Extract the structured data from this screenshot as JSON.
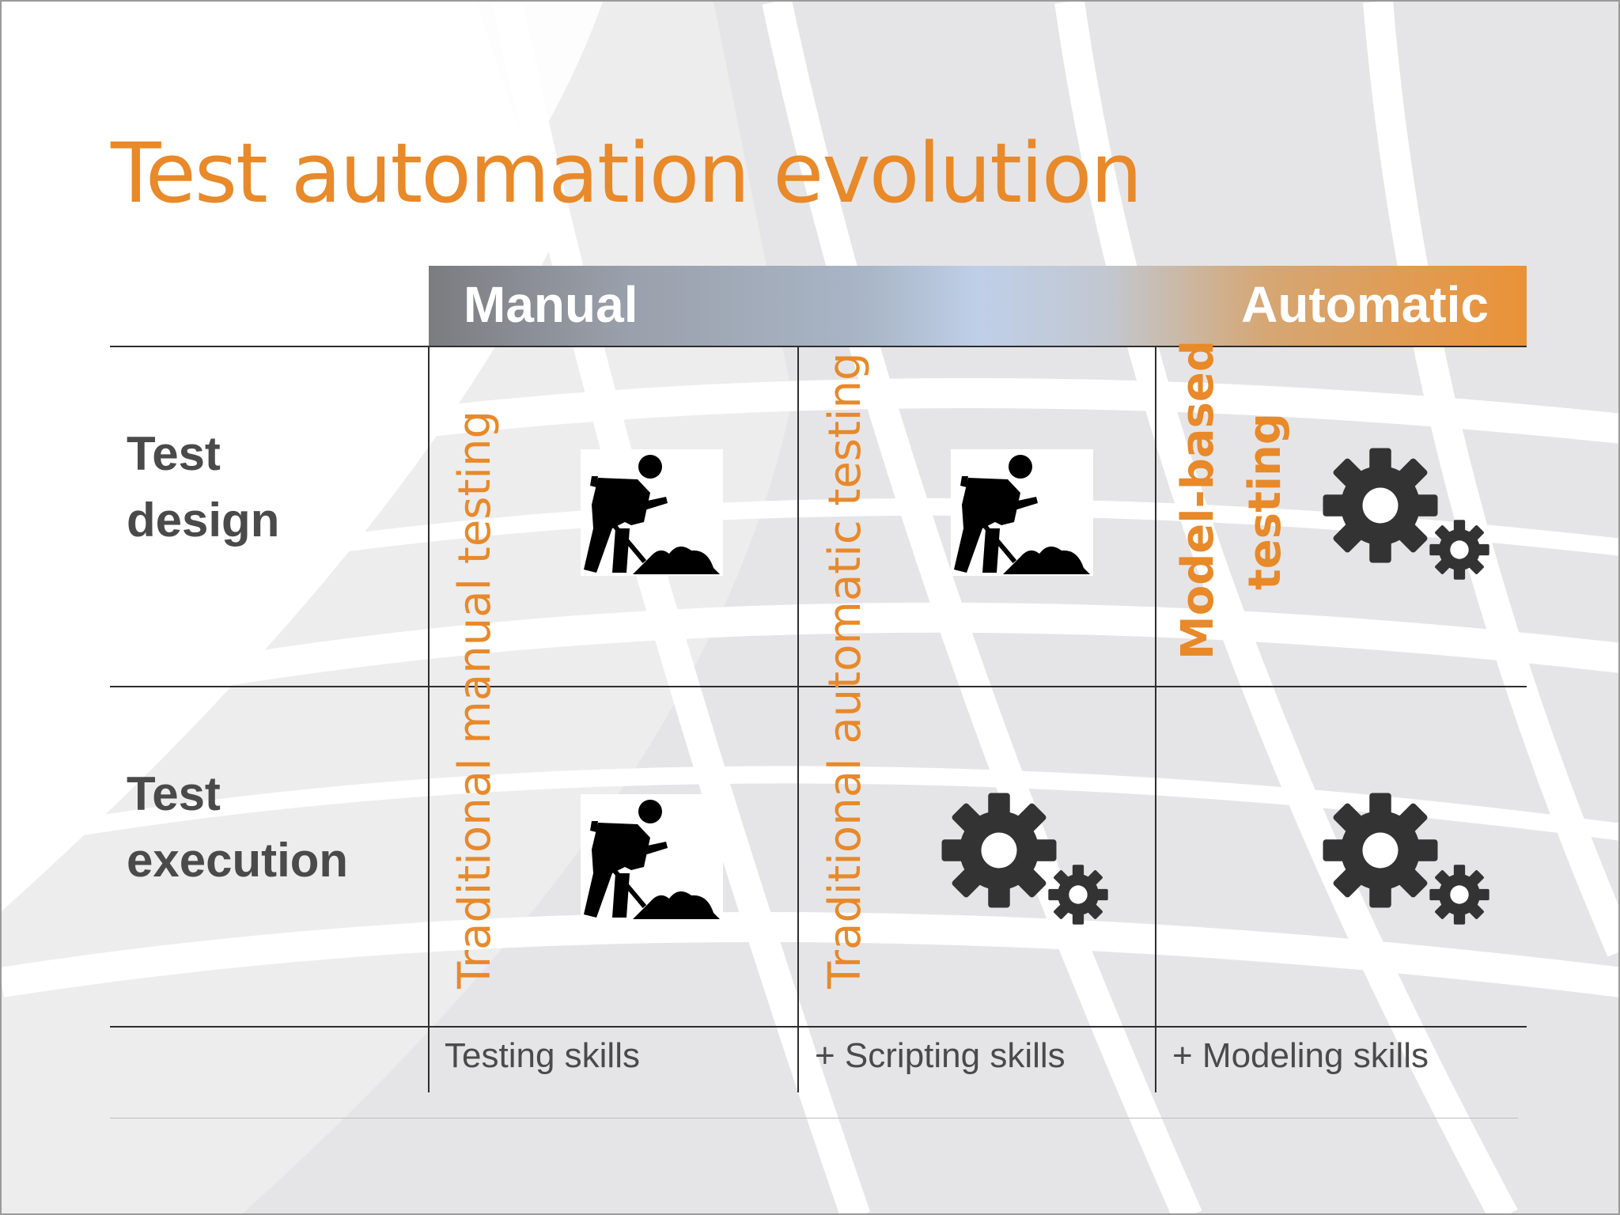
{
  "title": "Test automation evolution",
  "header": {
    "left_label": "Manual",
    "right_label": "Automatic"
  },
  "rows": [
    {
      "line1": "Test",
      "line2": "design"
    },
    {
      "line1": "Test",
      "line2": "execution"
    }
  ],
  "columns": [
    {
      "vertical_label": "Traditional manual testing",
      "skill": "Testing skills"
    },
    {
      "vertical_label": "Traditional automatic testing",
      "skill": "+ Scripting skills"
    },
    {
      "vertical_label_line1": "Model-based",
      "vertical_label_line2": "testing",
      "skill": "+ Modeling skills"
    }
  ],
  "cells": [
    {
      "row": "design",
      "column": 1,
      "icon": "construction-worker-icon"
    },
    {
      "row": "design",
      "column": 2,
      "icon": "construction-worker-icon"
    },
    {
      "row": "design",
      "column": 3,
      "icon": "gears-icon"
    },
    {
      "row": "execution",
      "column": 1,
      "icon": "construction-worker-icon"
    },
    {
      "row": "execution",
      "column": 2,
      "icon": "gears-icon"
    },
    {
      "row": "execution",
      "column": 3,
      "icon": "gears-icon"
    }
  ],
  "colors": {
    "accent": "#e8892a",
    "text": "#4a4a4a",
    "lines": "#2e2e2e"
  }
}
